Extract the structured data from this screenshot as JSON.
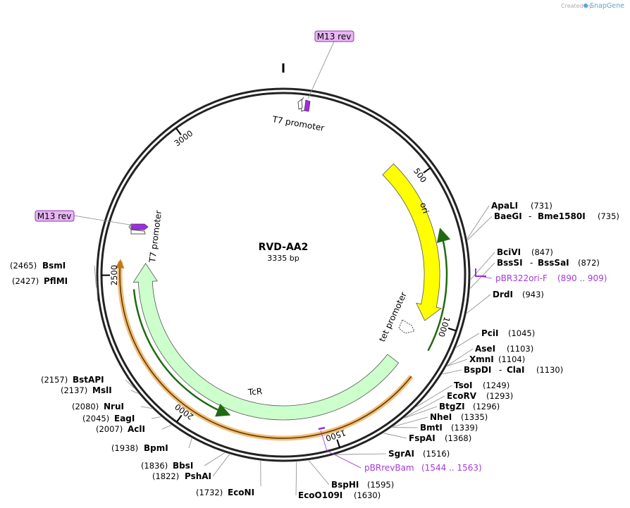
{
  "credit": {
    "created_by": "Created by",
    "brand": "SnapGene"
  },
  "plasmid": {
    "name": "RVD-AA2",
    "size": "3335 bp"
  },
  "features": {
    "ori": "ori",
    "tcr": "TcR",
    "tet_promoter": "tet promoter",
    "t7_promoter_top": "T7 promoter",
    "t7_promoter_left": "T7 promoter",
    "m13_rev_top": "M13 rev",
    "m13_rev_left": "M13 rev"
  },
  "ticks": [
    {
      "label": "500",
      "pos": 500
    },
    {
      "label": "1000",
      "pos": 1000
    },
    {
      "label": "1500",
      "pos": 1500
    },
    {
      "label": "2000",
      "pos": 2000
    },
    {
      "label": "2500",
      "pos": 2500
    },
    {
      "label": "3000",
      "pos": 3000
    }
  ],
  "primers": {
    "pbr322": {
      "name": "pBR322ori-F",
      "range": "(890 .. 909)"
    },
    "pbrrevbam": {
      "name": "pBRrevBam",
      "range": "(1544 .. 1563)"
    }
  },
  "sites_right": [
    {
      "name": "ApaLI",
      "pos": "(731)",
      "site": 731
    },
    {
      "name": "BaeGI",
      "name2": "Bme1580I",
      "pos": "(735)",
      "site": 735
    },
    {
      "name": "BciVI",
      "pos": "(847)",
      "site": 847
    },
    {
      "name": "BssSI",
      "name2": "BssSaI",
      "pos": "(872)",
      "site": 872
    },
    {
      "name": "DrdI",
      "pos": "(943)",
      "site": 943
    },
    {
      "name": "PciI",
      "pos": "(1045)",
      "site": 1045
    },
    {
      "name": "AseI",
      "pos": "(1103)",
      "site": 1103
    },
    {
      "name": "XmnI",
      "pos": "(1104)",
      "site": 1104
    },
    {
      "name": "BspDI",
      "name2": "ClaI",
      "pos": "(1130)",
      "site": 1130
    },
    {
      "name": "TsoI",
      "pos": "(1249)",
      "site": 1249
    },
    {
      "name": "EcoRV",
      "pos": "(1293)",
      "site": 1293
    },
    {
      "name": "BtgZI",
      "pos": "(1296)",
      "site": 1296
    },
    {
      "name": "NheI",
      "pos": "(1335)",
      "site": 1335
    },
    {
      "name": "BmtI",
      "pos": "(1339)",
      "site": 1339
    },
    {
      "name": "FspAI",
      "pos": "(1368)",
      "site": 1368
    },
    {
      "name": "SgrAI",
      "pos": "(1516)",
      "site": 1516
    },
    {
      "name": "BspHI",
      "pos": "(1595)",
      "site": 1595
    },
    {
      "name": "EcoO109I",
      "pos": "(1630)",
      "site": 1630
    }
  ],
  "sites_left": [
    {
      "name": "EcoNI",
      "pos": "(1732)",
      "site": 1732
    },
    {
      "name": "PshAI",
      "pos": "(1822)",
      "site": 1822
    },
    {
      "name": "BbsI",
      "pos": "(1836)",
      "site": 1836
    },
    {
      "name": "BpmI",
      "pos": "(1938)",
      "site": 1938
    },
    {
      "name": "AclI",
      "pos": "(2007)",
      "site": 2007
    },
    {
      "name": "EagI",
      "pos": "(2045)",
      "site": 2045
    },
    {
      "name": "NruI",
      "pos": "(2080)",
      "site": 2080
    },
    {
      "name": "MslI",
      "pos": "(2137)",
      "site": 2137
    },
    {
      "name": "BstAPI",
      "pos": "(2157)",
      "site": 2157
    },
    {
      "name": "PflMI",
      "pos": "(2427)",
      "site": 2427
    },
    {
      "name": "BsmI",
      "pos": "(2465)",
      "site": 2465
    }
  ],
  "colors": {
    "ori": "#ffff00",
    "tcr": "#ccffcc",
    "green_line": "#1f6b10",
    "orange": "#f2b15a",
    "purple": "#9b30d9",
    "m13_bg": "#e8b6f5",
    "m13_border": "#8a3aa8"
  }
}
